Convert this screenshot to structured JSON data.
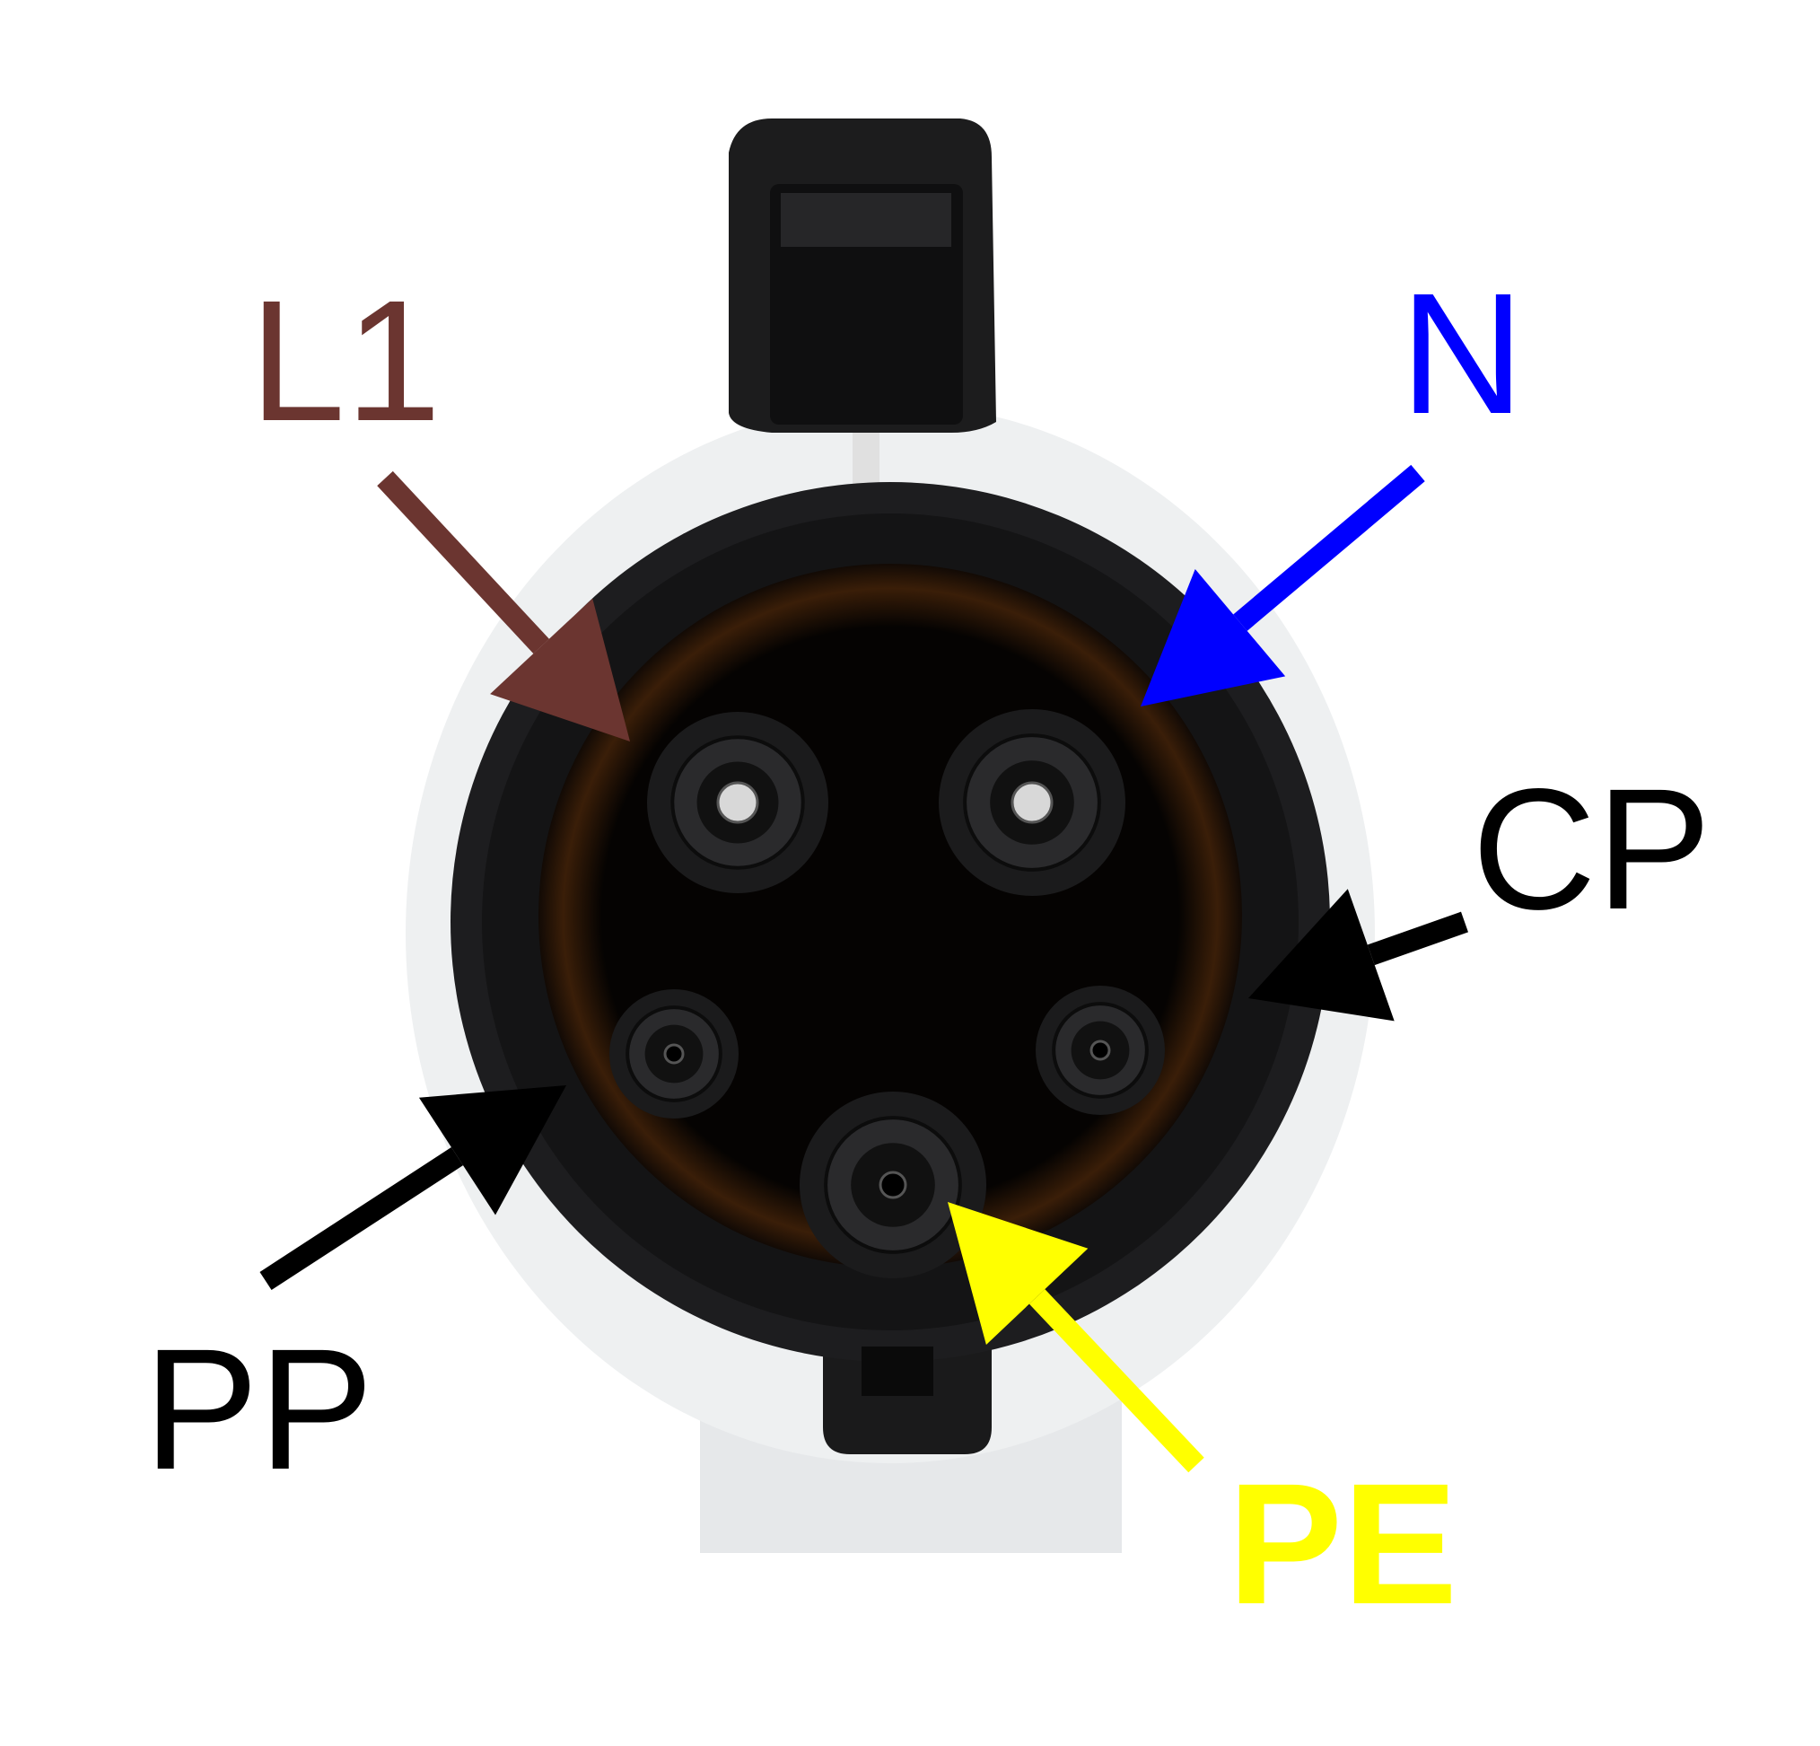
{
  "labels": {
    "l1": {
      "text": "L1",
      "color": "#6b3530"
    },
    "n": {
      "text": "N",
      "color": "#0000ff"
    },
    "cp": {
      "text": "CP",
      "color": "#000000"
    },
    "pp": {
      "text": "PP",
      "color": "#000000"
    },
    "pe": {
      "text": "PE",
      "color": "#ffff00"
    }
  }
}
